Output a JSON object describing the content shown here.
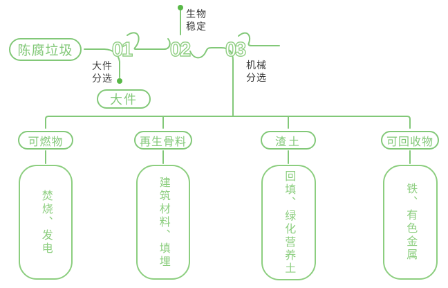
{
  "diagram": {
    "source_label": "陈腐垃圾",
    "steps": [
      {
        "number": "01",
        "process_label": "大件\n分选",
        "output_label": "大件"
      },
      {
        "number": "02",
        "process_label": "生物\n稳定"
      },
      {
        "number": "03",
        "process_label": "机械\n分选"
      }
    ],
    "branches": [
      {
        "category": "可燃物",
        "result": "焚烧、发电"
      },
      {
        "category": "再生骨料",
        "result": "建筑材料、填埋"
      },
      {
        "category": "渣土",
        "result": "回填、绿化营养土"
      },
      {
        "category": "可回收物",
        "result": "铁、有色金属"
      }
    ],
    "colors": {
      "line_green": "#82c878",
      "box_green": "#8cce7f",
      "dot_green": "#58b847",
      "number_outline_green": "#8fce82",
      "label_dark": "#3c3c3c",
      "background": "#ffffff"
    }
  }
}
